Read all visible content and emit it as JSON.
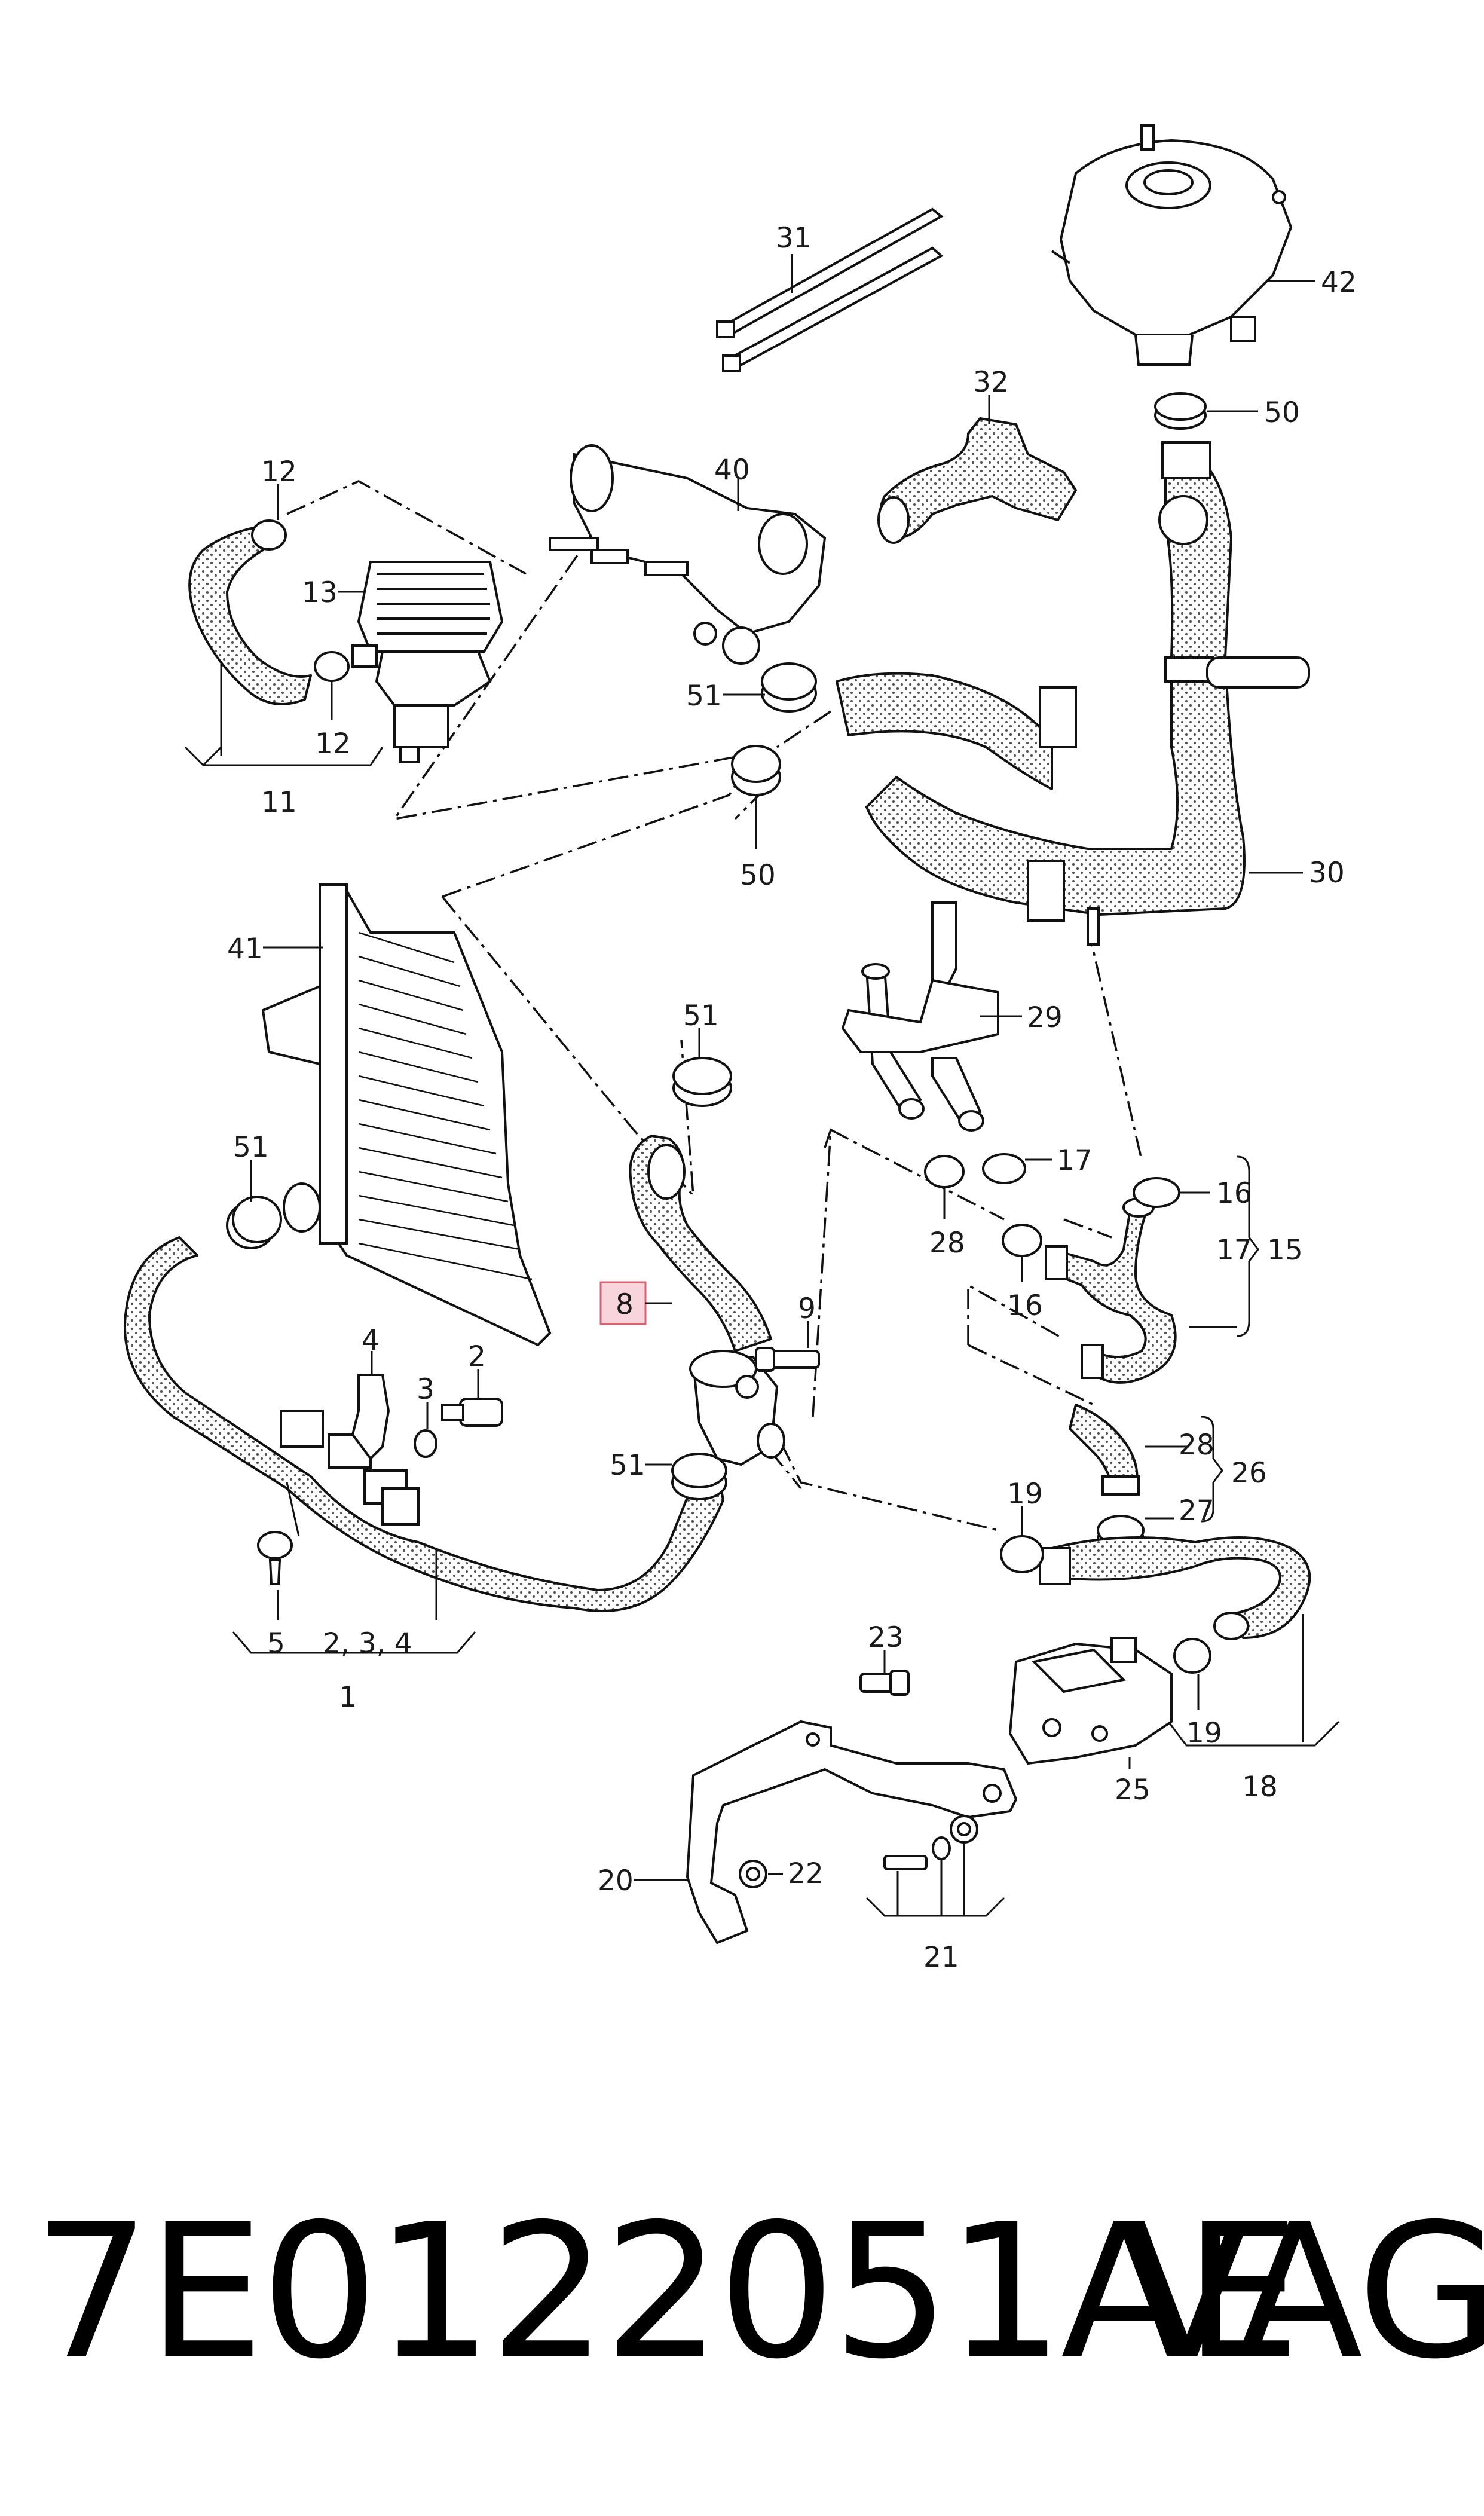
{
  "callouts": {
    "c31": "31",
    "c42": "42",
    "c32": "32",
    "c50a": "50",
    "c12a": "12",
    "c40": "40",
    "c13": "13",
    "c12b": "12",
    "c11": "11",
    "c51a": "51",
    "c50b": "50",
    "c30": "30",
    "c41": "41",
    "c29": "29",
    "c51b": "51",
    "c51c": "51",
    "c17a": "17",
    "c16a": "16",
    "c17b": "17",
    "c15": "15",
    "c28a": "28",
    "c16b": "16",
    "c8": "8",
    "c9": "9",
    "c4": "4",
    "c3": "3",
    "c2": "2",
    "c51d": "51",
    "c28b": "28",
    "c26": "26",
    "c19a": "19",
    "c27": "27",
    "c5": "5",
    "c234": "2, 3, 4",
    "c1": "1",
    "c23": "23",
    "c19b": "19",
    "c25": "25",
    "c18": "18",
    "c20": "20",
    "c22": "22",
    "c21": "21"
  },
  "highlighted_callout": "8",
  "footer": {
    "part_number": "7E0122051AE",
    "brand": "VAG"
  },
  "colors": {
    "highlight_fill": "#f7d5da",
    "highlight_stroke": "#d9616f",
    "line": "#111111"
  }
}
